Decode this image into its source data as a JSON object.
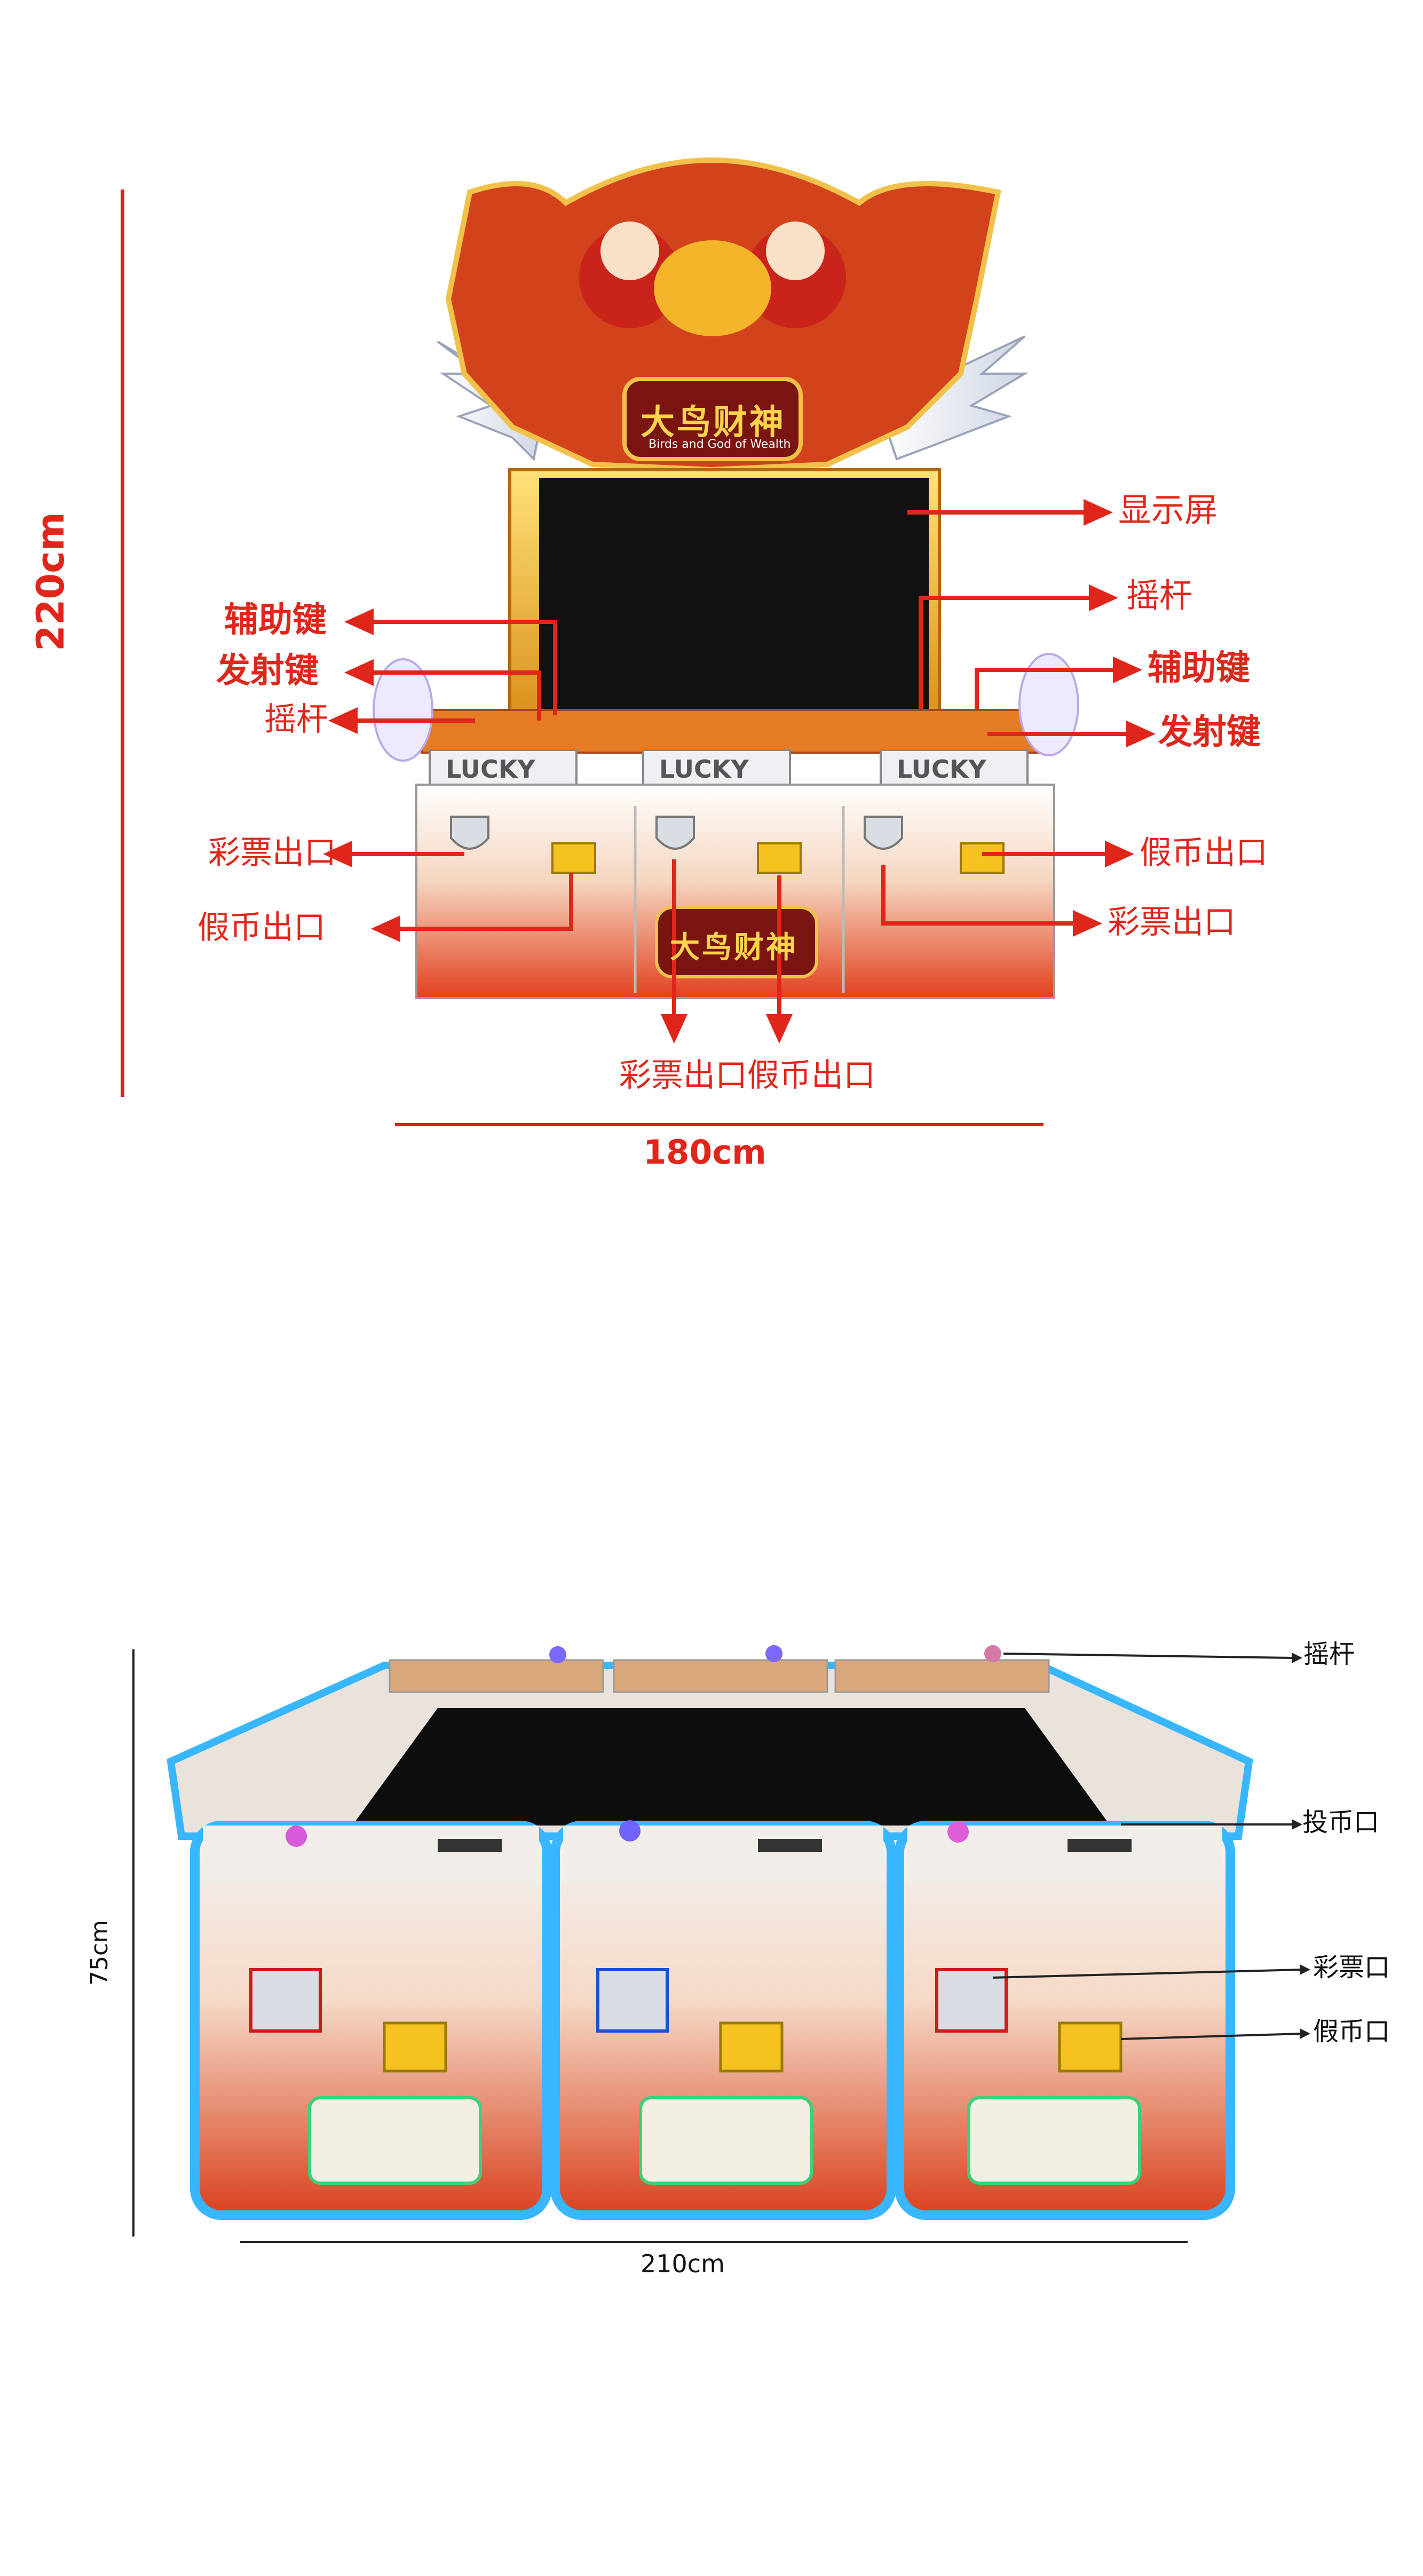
{
  "top": {
    "height_label": "220cm",
    "width_label": "180cm",
    "marquee_title": "大鸟财神",
    "marquee_subtitle": "Birds and God of Wealth",
    "lucky_labels": [
      "LUCKY",
      "LUCKY",
      "LUCKY"
    ],
    "callouts": {
      "display": "显示屏",
      "joystick_right": "摇杆",
      "aux_right": "辅助键",
      "fire_right": "发射键",
      "aux_left": "辅助键",
      "fire_left": "发射键",
      "joystick_left": "摇杆",
      "ticket_left": "彩票出口",
      "coin_right": "假币出口",
      "coin_left": "假币出口",
      "ticket_right": "彩票出口",
      "ticket_bottom": "彩票出口",
      "coin_bottom": "假币出口"
    }
  },
  "bottom": {
    "height_label": "75cm",
    "width_label": "210cm",
    "callouts": {
      "joystick": "摇杆",
      "coin_slot": "投币口",
      "ticket_exit": "彩票口",
      "coin_exit": "假币口"
    }
  },
  "colors": {
    "annotation_red": "#e0261b",
    "cabinet_red": "#c8281c",
    "cabinet_gold": "#f0b324",
    "glow_blue": "#38b6ff",
    "screen": "#111111"
  }
}
